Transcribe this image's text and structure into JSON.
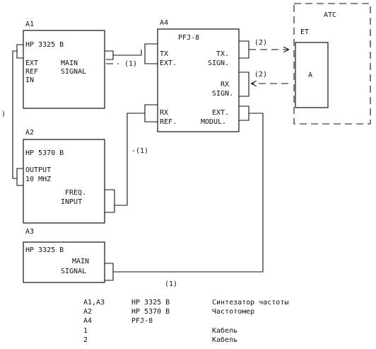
{
  "blocks": {
    "a1": {
      "id": "A1",
      "model": "HP 3325 B",
      "left": [
        "EXT",
        "REF",
        "IN"
      ],
      "right": [
        "MAIN",
        "SIGNAL"
      ]
    },
    "a2": {
      "id": "A2",
      "model": "HP 5370 B",
      "left": [
        "OUTPUT",
        "10 MHZ"
      ],
      "right": [
        "FREQ.",
        "INPUT"
      ]
    },
    "a3": {
      "id": "A3",
      "model": "HP 3325 B",
      "right": [
        "MAIN",
        "SIGNAL"
      ]
    },
    "a4": {
      "id": "A4",
      "model": "PFJ-8",
      "tx_left": [
        "TX",
        "EXT."
      ],
      "tx_right": [
        "TX.",
        "SIGN."
      ],
      "rx_right": [
        "RX",
        "SIGN."
      ],
      "rxref_left": [
        "RX",
        "REF."
      ],
      "ext_right": [
        "EXT.",
        "MODUL."
      ]
    },
    "atc": {
      "title": "ATC",
      "et": "ET",
      "inner": "A"
    }
  },
  "cable_labels": {
    "a1_a4": "(1)",
    "a4_atc_tx": "(2)",
    "atc_a4_rx": "(2)",
    "a2_a4": "-(1)",
    "a3_a4": "(1)",
    "a1_a2": ")"
  },
  "legend": [
    {
      "key": "A1,A3",
      "model": "HP 3325 B",
      "desc": "Синтезатор частоты"
    },
    {
      "key": "A2",
      "model": "HP 5370 B",
      "desc": "Частотомер"
    },
    {
      "key": "A4",
      "model": "PFJ-8",
      "desc": ""
    },
    {
      "key": "1",
      "model": "",
      "desc": "Кабель"
    },
    {
      "key": "2",
      "model": "",
      "desc": "Кабель"
    }
  ]
}
